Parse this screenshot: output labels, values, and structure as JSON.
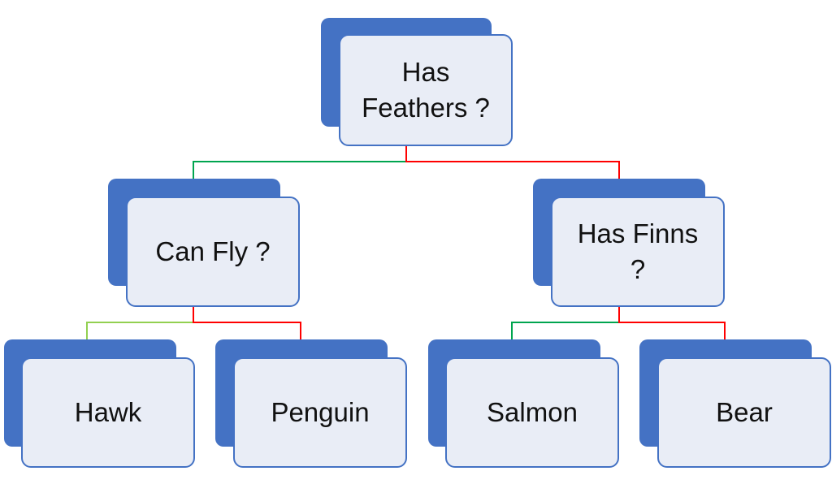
{
  "colors": {
    "node_back": "#4472c4",
    "node_border": "#4472c4",
    "node_fill": "#e9edf6",
    "edge_yes": "#00a54f",
    "edge_yes_light": "#92d050",
    "edge_no": "#ff0000"
  },
  "nodes": {
    "root": {
      "label": "Has\nFeathers ?"
    },
    "can_fly": {
      "label": "Can Fly ?"
    },
    "has_finns": {
      "label": "Has Finns\n?"
    },
    "hawk": {
      "label": "Hawk"
    },
    "penguin": {
      "label": "Penguin"
    },
    "salmon": {
      "label": "Salmon"
    },
    "bear": {
      "label": "Bear"
    }
  },
  "edges": [
    {
      "from": "root",
      "to": "can_fly",
      "color_key": "edge_yes"
    },
    {
      "from": "root",
      "to": "has_finns",
      "color_key": "edge_no"
    },
    {
      "from": "can_fly",
      "to": "hawk",
      "color_key": "edge_yes_light"
    },
    {
      "from": "can_fly",
      "to": "penguin",
      "color_key": "edge_no"
    },
    {
      "from": "has_finns",
      "to": "salmon",
      "color_key": "edge_yes"
    },
    {
      "from": "has_finns",
      "to": "bear",
      "color_key": "edge_no"
    }
  ]
}
